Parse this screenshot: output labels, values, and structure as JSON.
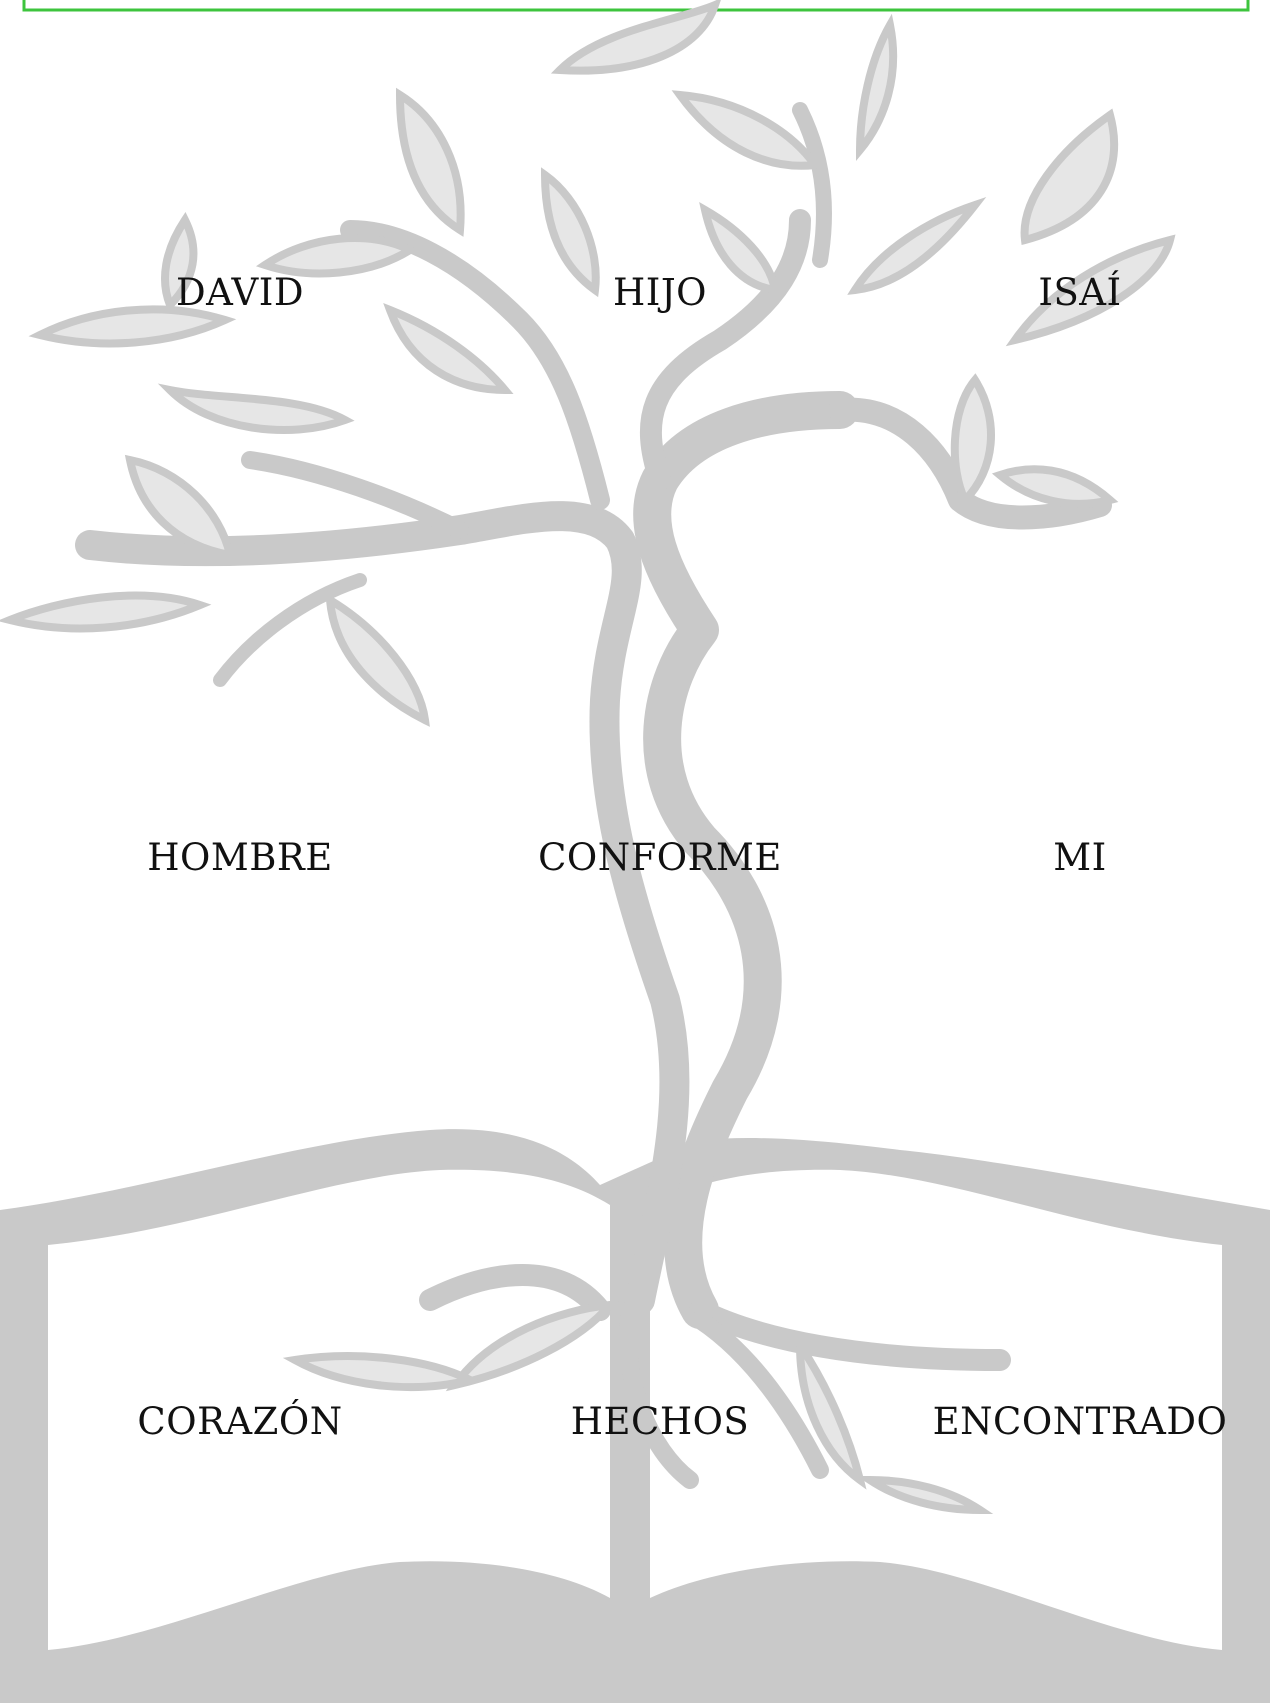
{
  "words": {
    "row1": [
      "DAVID",
      "HIJO",
      "ISAÍ"
    ],
    "row2": [
      "HOMBRE",
      "CONFORME",
      "MI"
    ],
    "row3": [
      "CORAZÓN",
      "HECHOS",
      "ENCONTRADO"
    ]
  },
  "colors": {
    "frame_border": "#3dc43d",
    "tree_gray": "#c9c9c9",
    "leaf_fill": "#e6e6e6",
    "text": "#111111"
  },
  "icons": [
    "tree-illustration",
    "open-book-illustration"
  ]
}
